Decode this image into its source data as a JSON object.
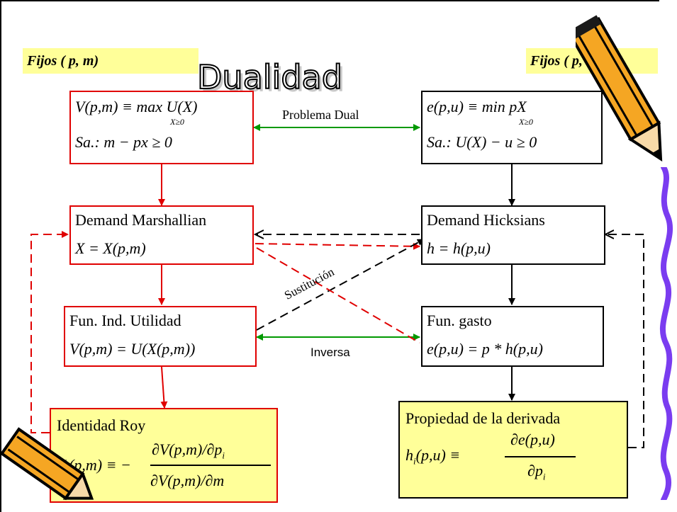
{
  "slide": {
    "title": "Dualidad",
    "left_header": "Fijos ( p, m)",
    "right_header": "Fijos ( p, u)"
  },
  "nodes": {
    "primal": {
      "line1": "V(p,m) ≡ max U(X)",
      "line1_sub": "X≥0",
      "line2": "Sa.: m − px ≥ 0"
    },
    "dual": {
      "line1": "e(p,u) ≡ min  pX",
      "line1_sub": "X≥0",
      "line2": "Sa.: U(X) − u ≥ 0"
    },
    "marshallian": {
      "line1": "Demand  Marshallian",
      "line2": "X = X(p,m)"
    },
    "hicksian": {
      "line1": "Demand     Hicksians",
      "line2": "h = h(p,u)"
    },
    "indirect_utility": {
      "line1": "Fun. Ind. Utilidad",
      "line2": "V(p,m) = U(X(p,m))"
    },
    "expenditure": {
      "line1": "Fun.  gasto",
      "line2": "e(p,u) = p * h(p,u)"
    },
    "roy": {
      "line1": "Identidad Roy",
      "lhs": "X",
      "lhs_sub": "i",
      "lhs_args": "(p,m) ≡ −",
      "num": "∂V(p,m)/∂p",
      "num_sub": "i",
      "den": "∂V(p,m)/∂m"
    },
    "shephard": {
      "line1": "Propiedad   de la derivada",
      "lhs": "h",
      "lhs_sub": "i",
      "lhs_args": "(p,u) ≡",
      "num": "∂e(p,u)",
      "den": "∂p",
      "den_sub": "i"
    }
  },
  "edge_labels": {
    "dual_problem": "Problema Dual",
    "substitution": "Sustitución",
    "inverse": "Inversa"
  },
  "colors": {
    "red": "#e00000",
    "green": "#009900",
    "black": "#000000",
    "yellow_fill": "#ffff99",
    "pencil_orange": "#f5a623",
    "squiggle_purple": "#7a3cf0"
  }
}
